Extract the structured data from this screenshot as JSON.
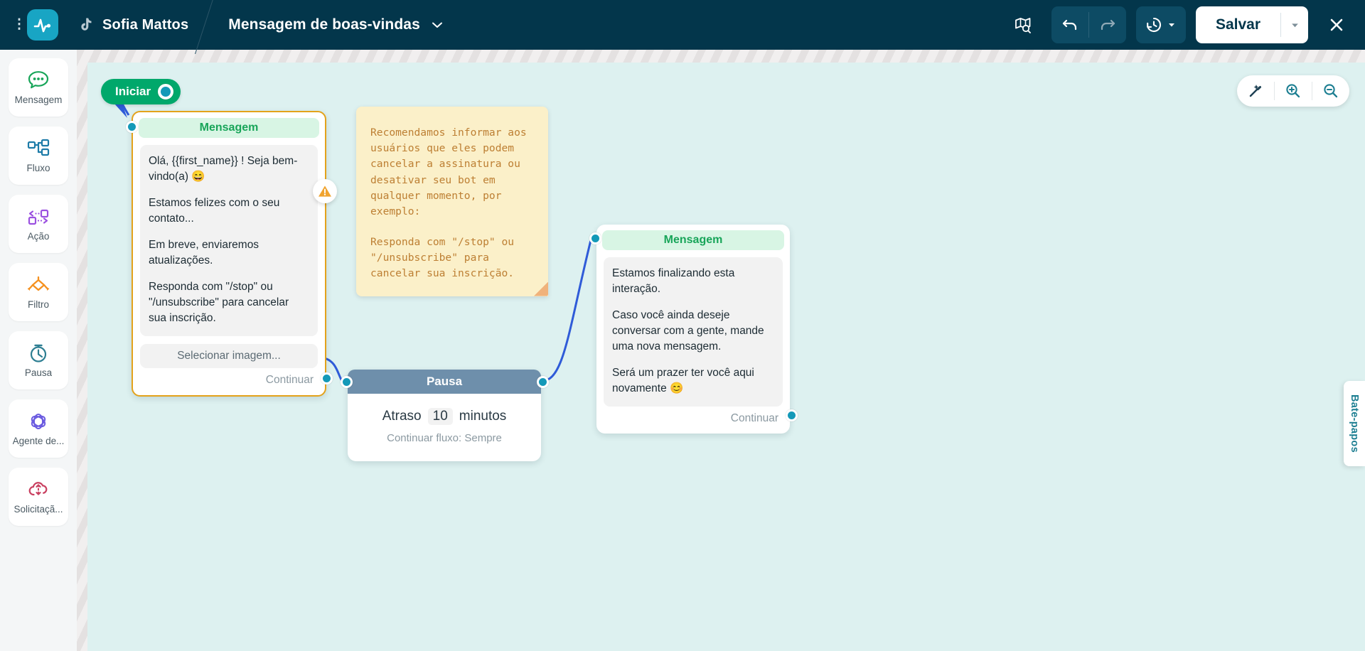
{
  "header": {
    "menu_dots": "⋮",
    "logo_icon": "pulse-logo-icon",
    "platform_icon": "tiktok-icon",
    "account_name": "Sofia Mattos",
    "flow_title": "Mensagem de boas-vindas",
    "flow_title_caret": "chevron-down-icon",
    "map_search_icon": "map-search-icon",
    "undo_icon": "undo-icon",
    "redo_icon": "redo-icon",
    "history_icon": "history-clock-icon",
    "history_caret": "caret-down-icon",
    "save_label": "Salvar",
    "save_caret": "caret-down-icon",
    "close_icon": "close-x-icon"
  },
  "sidebar": {
    "items": [
      {
        "label": "Mensagem",
        "icon": "chat-bubble-icon",
        "color": "#18a559"
      },
      {
        "label": "Fluxo",
        "icon": "flow-tree-icon",
        "color": "#1d7ba8"
      },
      {
        "label": "Ação",
        "icon": "action-swap-icon",
        "color": "#9b51e0"
      },
      {
        "label": "Filtro",
        "icon": "filter-diamond-icon",
        "color": "#f59120"
      },
      {
        "label": "Pausa",
        "icon": "stopwatch-icon",
        "color": "#2d7e92"
      },
      {
        "label": "Agente de...",
        "icon": "ai-agent-atom-icon",
        "color": "#6a5ae0"
      },
      {
        "label": "Solicitaçã...",
        "icon": "cloud-request-icon",
        "color": "#c94060"
      }
    ]
  },
  "canvas": {
    "start": {
      "label": "Iniciar"
    },
    "tools": {
      "magic_icon": "magic-wand-icon",
      "zoom_in_icon": "zoom-in-icon",
      "zoom_out_icon": "zoom-out-icon"
    },
    "chat_tab_label": "Bate-papos"
  },
  "nodes": {
    "message_1": {
      "title": "Mensagem",
      "warning_icon": "warning-triangle-icon",
      "paragraphs": [
        "Olá,  {{first_name}} ! Seja bem-vindo(a) 😄",
        "Estamos felizes com o seu contato...",
        "Em breve, enviaremos atualizações.",
        "Responda com \"/stop\" ou \"/unsubscribe\" para cancelar sua inscrição."
      ],
      "image_button": "Selecionar imagem...",
      "continue_label": "Continuar"
    },
    "pause": {
      "title": "Pausa",
      "delay_label": "Atraso",
      "delay_value": "10",
      "delay_unit": "minutos",
      "continue_flow": "Continuar fluxo: Sempre"
    },
    "message_2": {
      "title": "Mensagem",
      "paragraphs": [
        "Estamos finalizando esta interação.",
        "Caso você ainda deseje conversar com a gente, mande uma nova mensagem.",
        "Será um prazer ter você aqui novamente 😊"
      ],
      "continue_label": "Continuar"
    }
  },
  "note": {
    "block_1": [
      "Recomendamos informar aos",
      "usuários que eles podem",
      "cancelar a assinatura ou",
      "desativar seu bot em",
      "qualquer momento, por",
      "exemplo:"
    ],
    "block_2": [
      "Responda com \"/stop\" ou",
      "\"/unsubscribe\" para",
      "cancelar sua inscrição."
    ]
  }
}
